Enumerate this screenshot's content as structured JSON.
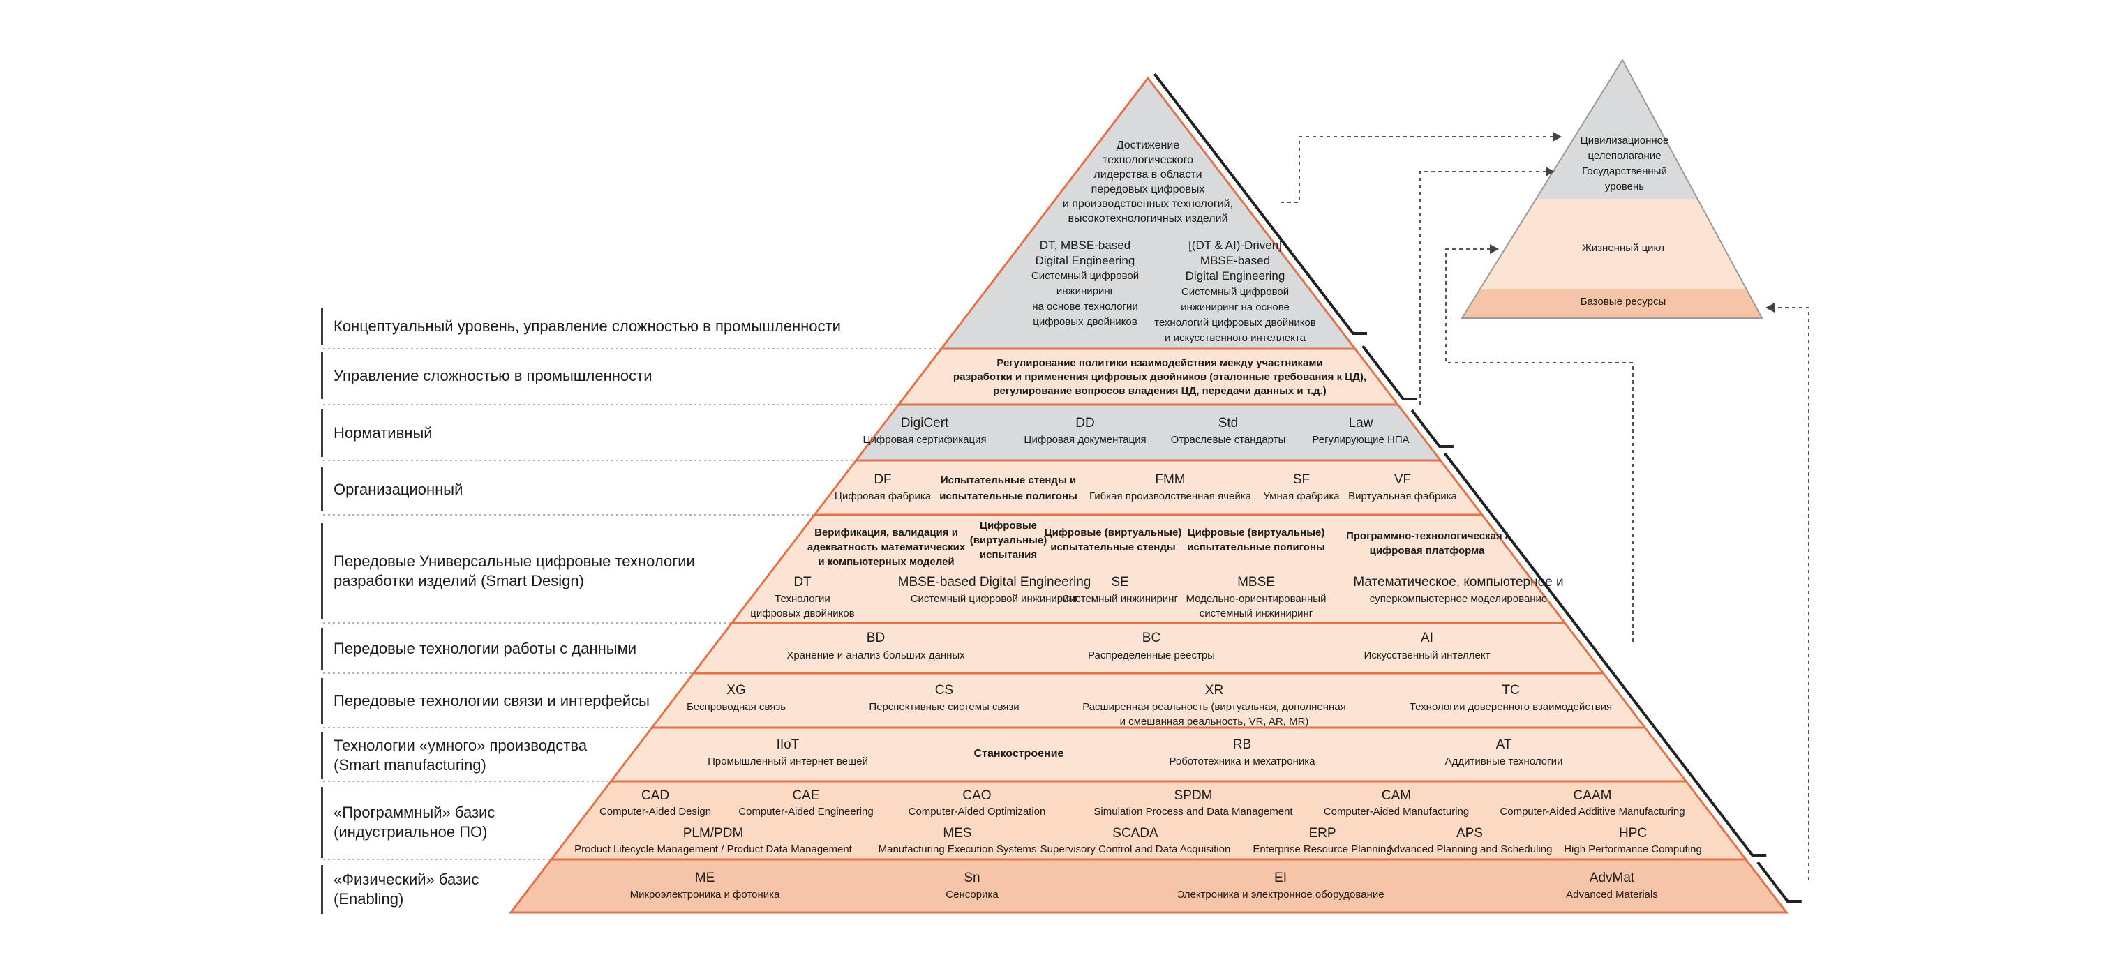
{
  "left_labels": [
    {
      "id": "conceptual",
      "lines": [
        "Концептуальный уровень, управление сложностью в промышленности"
      ]
    },
    {
      "id": "mgmt",
      "lines": [
        "Управление сложностью в промышленности"
      ]
    },
    {
      "id": "normative",
      "lines": [
        "Нормативный"
      ]
    },
    {
      "id": "org",
      "lines": [
        "Организационный"
      ]
    },
    {
      "id": "smartdesign",
      "lines": [
        "Передовые Универсальные цифровые технологии",
        "разработки изделий (Smart Design)"
      ]
    },
    {
      "id": "data",
      "lines": [
        "Передовые технологии работы с данными"
      ]
    },
    {
      "id": "comm",
      "lines": [
        "Передовые технологии связи и интерфейсы"
      ]
    },
    {
      "id": "smartmfg",
      "lines": [
        "Технологии «умного» производства",
        "(Smart manufacturing)"
      ]
    },
    {
      "id": "software",
      "lines": [
        "«Программный» базис",
        "(индустриальное ПО)"
      ]
    },
    {
      "id": "physical",
      "lines": [
        "«Физический» базис",
        "(Enabling)"
      ]
    }
  ],
  "apex": {
    "goal": [
      "Достижение",
      "технологического",
      "лидерства в области",
      "передовых цифровых",
      "и производственных технологий,",
      "высокотехнологичных изделий"
    ],
    "left_col": {
      "title": [
        "DT, MBSE-based",
        "Digital Engineering"
      ],
      "desc": [
        "Системный цифровой",
        "инжиниринг",
        "на основе технологии",
        "цифровых двойников"
      ]
    },
    "right_col": {
      "title": [
        "[(DT & AI)-Driven]",
        "MBSE-based",
        "Digital Engineering"
      ],
      "desc": [
        "Системный цифровой",
        "инжиниринг на основе",
        "технологий цифровых двойников",
        "и искусственного интеллекта"
      ]
    }
  },
  "regulation": [
    "Регулирование политики взаимодействия между участниками",
    "разработки и применения цифровых двойников (эталонные требования к ЦД),",
    "регулирование вопросов владения ЦД, передачи данных и т.д.)"
  ],
  "normative_items": [
    {
      "title": "DigiCert",
      "desc": "Цифровая сертификация"
    },
    {
      "title": "DD",
      "desc": "Цифровая документация"
    },
    {
      "title": "Std",
      "desc": "Отраслевые стандарты"
    },
    {
      "title": "Law",
      "desc": "Регулирующие НПА"
    }
  ],
  "org_items": [
    {
      "title": "DF",
      "desc": "Цифровая фабрика"
    },
    {
      "title": "Испытательные стенды и",
      "desc": "испытательные полигоны"
    },
    {
      "title": "FMM",
      "desc": "Гибкая производственная ячейка"
    },
    {
      "title": "SF",
      "desc": "Умная фабрика"
    },
    {
      "title": "VF",
      "desc": "Виртуальная фабрика"
    }
  ],
  "design_top": [
    {
      "lines": [
        "Верификация, валидация и",
        "адекватность математических",
        "и компьютерных моделей"
      ]
    },
    {
      "lines": [
        "Цифровые",
        "(виртуальные)",
        "испытания"
      ]
    },
    {
      "lines": [
        "Цифровые (виртуальные)",
        "испытательные стенды"
      ]
    },
    {
      "lines": [
        "Цифровые (виртуальные)",
        "испытательные полигоны"
      ]
    },
    {
      "lines": [
        "Программно-технологическая /",
        "цифровая платформа"
      ]
    }
  ],
  "design_bottom": [
    {
      "title": "DT",
      "desc": [
        "Технологии",
        "цифровых двойников"
      ]
    },
    {
      "title": "MBSE-based Digital Engineering",
      "desc": [
        "Системный цифровой инжиниринг"
      ]
    },
    {
      "title": "SE",
      "desc": [
        "Системный инжиниринг"
      ]
    },
    {
      "title": "MBSE",
      "desc": [
        "Модельно-ориентированный",
        "системный инжиниринг"
      ]
    },
    {
      "title": "Математическое, компьютерное и",
      "desc": [
        "суперкомпьютерное моделирование"
      ]
    }
  ],
  "data_items": [
    {
      "title": "BD",
      "desc": "Хранение и анализ больших данных"
    },
    {
      "title": "BC",
      "desc": "Распределенные реестры"
    },
    {
      "title": "AI",
      "desc": "Искусственный интеллект"
    }
  ],
  "comm_items": [
    {
      "title": "XG",
      "desc": [
        "Беспроводная связь"
      ]
    },
    {
      "title": "CS",
      "desc": [
        "Перспективные системы связи"
      ]
    },
    {
      "title": "XR",
      "desc": [
        "Расширенная реальность (виртуальная, дополненная",
        "и смешанная реальность, VR, AR, MR)"
      ]
    },
    {
      "title": "TC",
      "desc": [
        "Технологии доверенного взаимодействия"
      ]
    }
  ],
  "mfg_items": [
    {
      "title": "IIoT",
      "desc": "Промышленный интернет вещей"
    },
    {
      "title": "",
      "desc": "Станкостроение"
    },
    {
      "title": "RB",
      "desc": "Робототехника и мехатроника"
    },
    {
      "title": "AT",
      "desc": "Аддитивные технологии"
    }
  ],
  "software_row1": [
    {
      "title": "CAD",
      "desc": "Computer-Aided Design"
    },
    {
      "title": "CAE",
      "desc": "Computer-Aided Engineering"
    },
    {
      "title": "CAO",
      "desc": "Computer-Aided Optimization"
    },
    {
      "title": "SPDM",
      "desc": "Simulation Process and Data Management"
    },
    {
      "title": "CAM",
      "desc": "Computer-Aided Manufacturing"
    },
    {
      "title": "CAAM",
      "desc": "Computer-Aided Additive Manufacturing"
    }
  ],
  "software_row2": [
    {
      "title": "PLM/PDM",
      "desc": "Product Lifecycle Management / Product Data Management"
    },
    {
      "title": "MES",
      "desc": "Manufacturing Execution Systems"
    },
    {
      "title": "SCADA",
      "desc": "Supervisory Control and Data Acquisition"
    },
    {
      "title": "ERP",
      "desc": "Enterprise Resource Planning"
    },
    {
      "title": "APS",
      "desc": "Advanced Planning and Scheduling"
    },
    {
      "title": "HPC",
      "desc": "High Performance Computing"
    }
  ],
  "physical_items": [
    {
      "title": "ME",
      "desc": "Микроэлектроника и фотоника"
    },
    {
      "title": "Sn",
      "desc": "Сенсорика"
    },
    {
      "title": "EI",
      "desc": "Электроника и электронное оборудование"
    },
    {
      "title": "AdvMat",
      "desc": "Advanced Materials"
    }
  ],
  "small_pyramid": {
    "top": [
      "Цивилизационное",
      "целеполагание",
      "Государственный",
      "уровень"
    ],
    "middle": [
      "Жизненный цикл"
    ],
    "bottom": [
      "Базовые ресурсы"
    ]
  },
  "colors": {
    "apex_fill": "#d9dadb",
    "tier_fill_light": "#fce4d4",
    "tier_fill_mid": "#fbd9c3",
    "tier_fill_dark": "#f6c5a7",
    "separator": "#e2724a",
    "outline": "#222222"
  }
}
